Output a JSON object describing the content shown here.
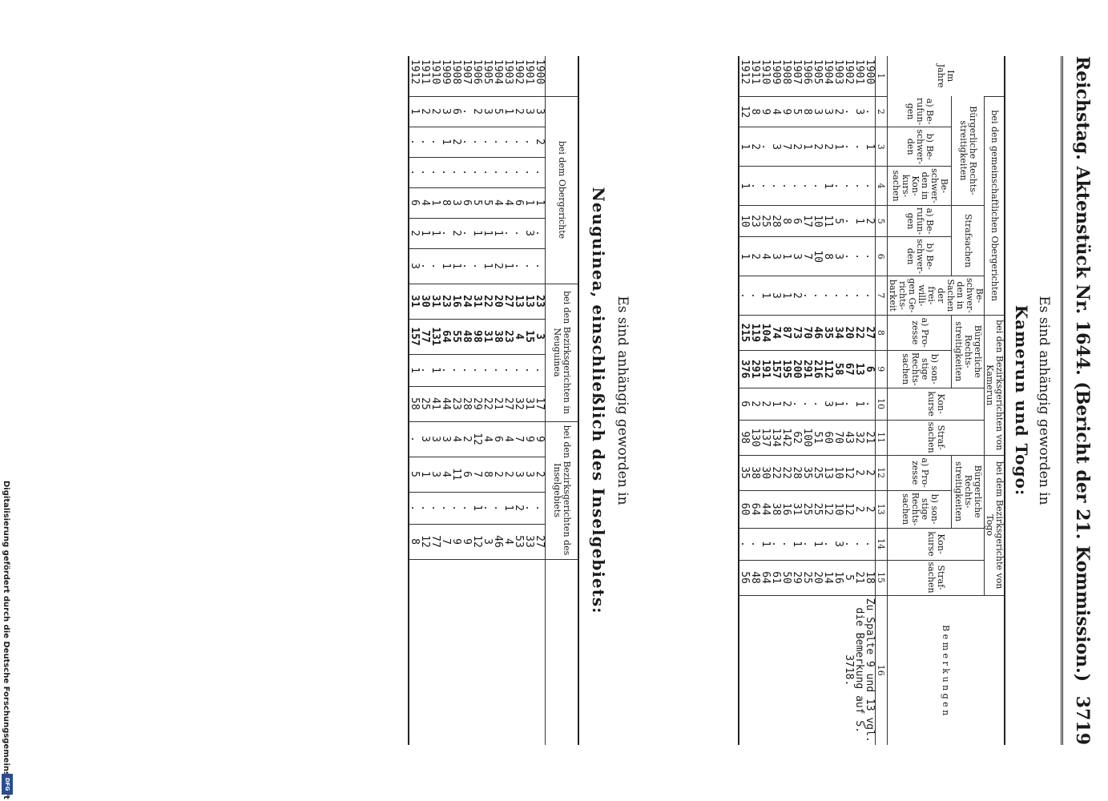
{
  "header": {
    "title": "Reichstag. Aktenstück Nr. 1644. (Bericht der 21. Kommission.)",
    "page_number": "3719"
  },
  "kamerun": {
    "intro": "Es sind anhängig geworden in",
    "title": "Kamerun und Togo:",
    "group_ober": "bei den gemeinschaftlichen Obergerichten",
    "group_bezirk_k": "bei den Bezirksgerichten von Kamerun",
    "group_bezirk_t": "bei dem Bezirksgerichte von Togo",
    "bemerkungen_head": "B e m e r k u n g e n",
    "zum_jahre": "Im Jahre",
    "sub_buerg": "Bürgerliche Rechts-streitigkeiten",
    "sub_straf": "Strafsachen",
    "sub_beschw": "Be-schwer-den in Sachen der frei-willi-gen Ge-richts-barkeit",
    "sub_konk": "Kon-kurse",
    "sub_strafs": "Straf-sachen",
    "col2": "a) Be-rufun-gen",
    "col3": "b) Be-schwer-den",
    "col4": "Be-schwer-den in Kon-kurs-sachen",
    "col5": "a) Be-rufun-gen",
    "col6": "b) Be-schwer-den",
    "col8": "a) Pro-zesse",
    "col9": "b) son-stige Rechts-sachen",
    "col12": "a) Pro-zesse",
    "col13": "b) son-stige Rechts-sachen",
    "colnums": [
      "1",
      "2",
      "3",
      "4",
      "5",
      "6",
      "7",
      "8",
      "9",
      "10",
      "11",
      "12",
      "13",
      "14",
      "15",
      "16"
    ],
    "rows": [
      [
        "1900",
        ".",
        "1",
        ".",
        "2",
        ".",
        ".",
        "27",
        "6",
        ".",
        "21",
        "2",
        "2",
        ".",
        "18"
      ],
      [
        "1901",
        "3",
        ".",
        ".",
        "1",
        ".",
        ".",
        "22",
        "13",
        "1",
        "32",
        "2",
        "2",
        ".",
        "21"
      ],
      [
        "1902",
        ".",
        ".",
        ".",
        ".",
        ".",
        ".",
        "20",
        "67",
        ".",
        "43",
        "12",
        "12",
        ".",
        "5"
      ],
      [
        "1903",
        "2",
        "1",
        ".",
        "5",
        "3",
        ".",
        "34",
        "58",
        "1",
        "70",
        "10",
        "10",
        "3",
        "16"
      ],
      [
        "1904",
        "3",
        "2",
        "1",
        "11",
        "8",
        ".",
        "35",
        "112",
        "3",
        "60",
        "13",
        "12",
        ".",
        "14"
      ],
      [
        "1905",
        "3",
        "2",
        ".",
        "10",
        "10",
        ".",
        "46",
        "216",
        ".",
        "51",
        "25",
        "25",
        "1",
        "20"
      ],
      [
        "1906",
        "8",
        "1",
        ".",
        "17",
        "7",
        ".",
        "70",
        "291",
        ".",
        "100",
        "35",
        "25",
        ".",
        "25"
      ],
      [
        "1907",
        "5",
        "2",
        ".",
        "6",
        "3",
        "2",
        "73",
        "200",
        ".",
        "62",
        "28",
        "31",
        "1",
        "29"
      ],
      [
        "1908",
        "9",
        "7",
        ".",
        "8",
        "1",
        "1",
        "87",
        "195",
        "2",
        "142",
        "22",
        "16",
        ".",
        "50"
      ],
      [
        "1909",
        "4",
        "3",
        ".",
        "28",
        "3",
        "3",
        "74",
        "157",
        "1",
        "134",
        "22",
        "38",
        ".",
        "61"
      ],
      [
        "1910",
        "9",
        ".",
        ".",
        "25",
        "4",
        "1",
        "104",
        "191",
        "2",
        "137",
        "30",
        "44",
        "1",
        "64"
      ],
      [
        "1911",
        "8",
        "2",
        ".",
        "23",
        "2",
        ".",
        "119",
        "291",
        "2",
        "130",
        "38",
        "64",
        ".",
        "48"
      ],
      [
        "1912",
        "12",
        "1",
        "1",
        "10",
        "1",
        ".",
        "215",
        "376",
        "6",
        "98",
        "35",
        "60",
        ".",
        "56"
      ]
    ],
    "bemerkung": "Zu Spalte 9 und 13 vgl. die Bemerkung auf S. 3718."
  },
  "neuguinea": {
    "intro": "Es sind anhängig geworden in",
    "title": "Neuguinea, einschließlich des Inselgebiets:",
    "group_ober": "bei dem Obergerichte",
    "group_bezirk_ng": "bei den Bezirksgerichten in Neuguinea",
    "group_bezirk_ig": "bei den Bezirksgerichten des Inselgebiets",
    "rows": [
      [
        "1900",
        "3",
        "2",
        ".",
        "1",
        ".",
        ".",
        "23",
        "3",
        ".",
        "17",
        "9",
        "2",
        ".",
        "27"
      ],
      [
        "1901",
        "3",
        ".",
        ".",
        "1",
        "3",
        ".",
        "13",
        "15",
        ".",
        "31",
        "9",
        "3",
        ".",
        "33"
      ],
      [
        "1902",
        "2",
        ".",
        ".",
        "6",
        ".",
        ".",
        "13",
        "4",
        ".",
        "32",
        "7",
        "3",
        "2",
        "53"
      ],
      [
        "1903",
        "1",
        ".",
        ".",
        "4",
        ".",
        "1",
        "27",
        "23",
        ".",
        "27",
        "4",
        "2",
        "1",
        "4"
      ],
      [
        "1904",
        "5",
        ".",
        ".",
        "4",
        "1",
        "2",
        "20",
        "38",
        ".",
        "21",
        "6",
        "2",
        ".",
        "46"
      ],
      [
        "1905",
        "3",
        ".",
        ".",
        "5",
        "1",
        "1",
        "22",
        "31",
        ".",
        "22",
        "4",
        "8",
        ".",
        "3"
      ],
      [
        "1906",
        "2",
        ".",
        ".",
        "5",
        "1",
        ".",
        "31",
        "98",
        ".",
        "29",
        "12",
        "7",
        "1",
        "12"
      ],
      [
        "1907",
        ".",
        ".",
        ".",
        "6",
        ".",
        ".",
        "24",
        "48",
        ".",
        "28",
        "2",
        "6",
        ".",
        "9"
      ],
      [
        "1908",
        "6",
        "2",
        ".",
        "3",
        "2",
        "1",
        "16",
        "55",
        ".",
        "23",
        "4",
        "11",
        ".",
        "9"
      ],
      [
        "1909",
        "3",
        "1",
        ".",
        "8",
        ".",
        "1",
        "23",
        "64",
        ".",
        "44",
        "3",
        "4",
        ".",
        "7"
      ],
      [
        "1910",
        "2",
        ".",
        ".",
        "1",
        "1",
        ".",
        "31",
        "131",
        "1",
        "41",
        "3",
        "3",
        ".",
        "77"
      ],
      [
        "1911",
        "2",
        ".",
        ".",
        "4",
        "1",
        ".",
        "30",
        "77",
        ".",
        "25",
        "3",
        "1",
        ".",
        "12"
      ],
      [
        "1912",
        "1",
        ".",
        ".",
        "6",
        "2",
        "3",
        "31",
        "157",
        "1",
        "58",
        ".",
        "5",
        ".",
        "8"
      ]
    ]
  },
  "side_note": "Digitalisierung gefördert durch die Deutsche Forschungsgemeinschaft",
  "logo_text": "DFG"
}
